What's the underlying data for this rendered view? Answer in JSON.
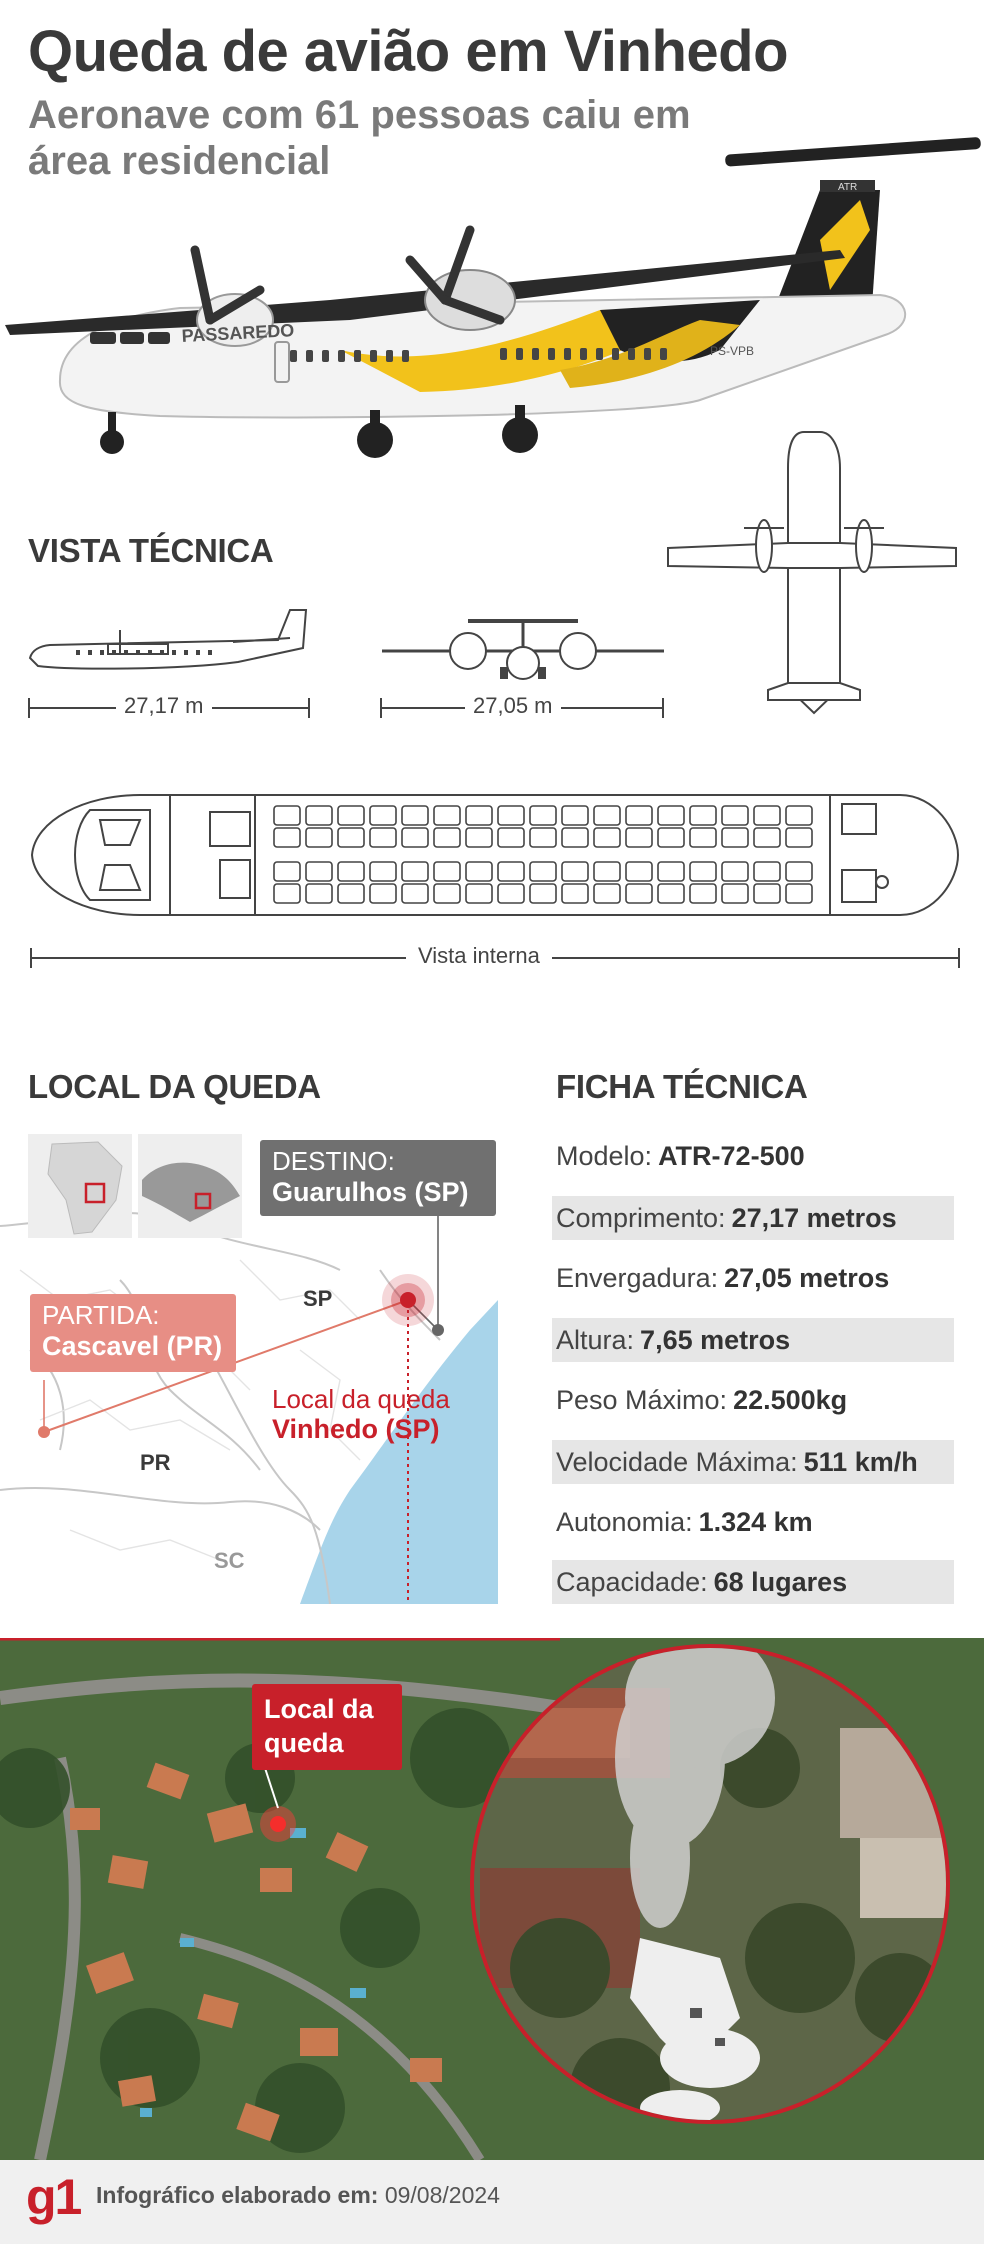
{
  "header": {
    "title": "Queda de avião em Vinhedo",
    "subtitle": "Aeronave com 61 pessoas caiu em área residencial"
  },
  "aircraft": {
    "brand": "PASSAREDO",
    "registration": "PS-VPB",
    "tail_logo": "ATR"
  },
  "technical_view": {
    "title": "VISTA TÉCNICA",
    "side_length": "27,17 m",
    "front_span": "27,05 m",
    "interior_label": "Vista interna"
  },
  "map": {
    "title": "LOCAL DA QUEDA",
    "destination_label": "DESTINO:",
    "destination_value": "Guarulhos (SP)",
    "departure_label": "PARTIDA:",
    "departure_value": "Cascavel (PR)",
    "crash_label": "Local da queda",
    "crash_city": "Vinhedo (SP)",
    "state_sp": "SP",
    "state_pr": "PR",
    "state_sc": "SC"
  },
  "specs": {
    "title": "FICHA TÉCNICA",
    "rows": [
      {
        "label": "Modelo:",
        "value": "ATR-72-500"
      },
      {
        "label": "Comprimento:",
        "value": "27,17 metros"
      },
      {
        "label": "Envergadura:",
        "value": "27,05 metros"
      },
      {
        "label": "Altura:",
        "value": "7,65 metros"
      },
      {
        "label": "Peso Máximo:",
        "value": "22.500kg"
      },
      {
        "label": "Velocidade Máxima:",
        "value": "511 km/h"
      },
      {
        "label": "Autonomia:",
        "value": "1.324 km"
      },
      {
        "label": "Capacidade:",
        "value": "68 lugares"
      }
    ]
  },
  "photo": {
    "crash_tag_line1": "Local da",
    "crash_tag_line2": "queda"
  },
  "footer": {
    "logo": "g1",
    "credit_label": "Infográfico elaborado em:",
    "date": "09/08/2024"
  },
  "colors": {
    "accent_red": "#c8202a",
    "title_gray": "#3a3a3a",
    "subtitle_gray": "#7a7a7a",
    "livery_yellow": "#f2c21b",
    "sea_blue": "#a8d4ea"
  }
}
